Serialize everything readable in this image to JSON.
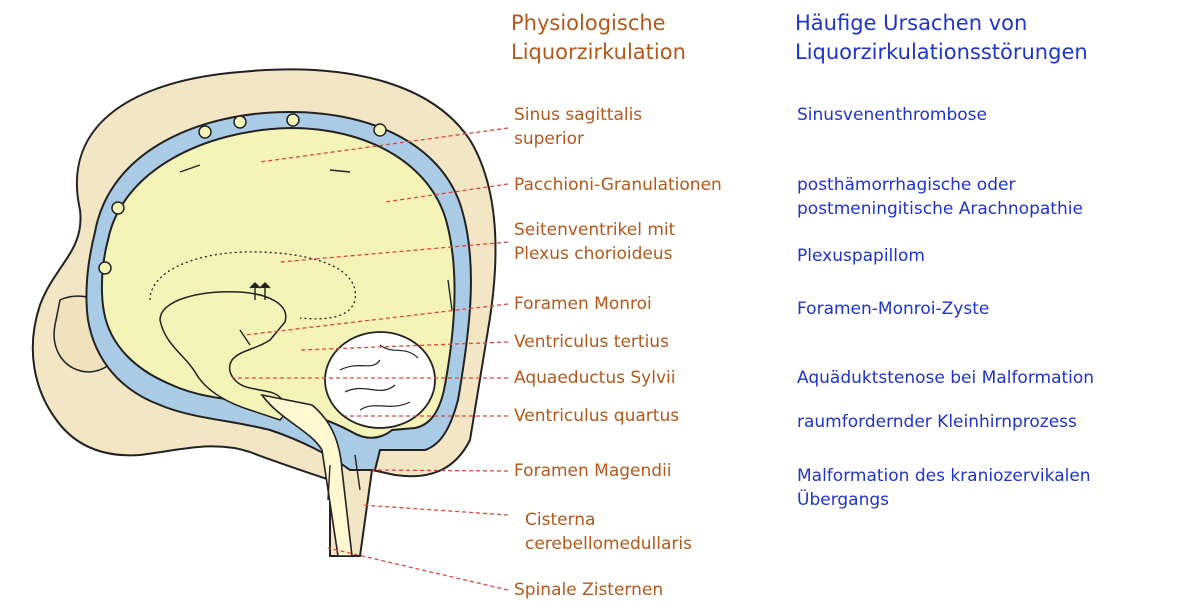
{
  "headings": {
    "left": [
      "Physiologische",
      "Liquorzirkulation"
    ],
    "right": [
      "Häufige Ursachen von",
      "Liquorzirkulationsstörungen"
    ]
  },
  "structures": [
    {
      "lines": [
        "Sinus sagittalis",
        "superior"
      ],
      "cause": [
        "Sinusvenenthrombose"
      ]
    },
    {
      "lines": [
        "Pacchioni-Granulationen"
      ],
      "cause": [
        "posthämorrhagische oder",
        "postmeningitische Arachnopathie"
      ]
    },
    {
      "lines": [
        "Seitenventrikel mit",
        "Plexus chorioideus"
      ],
      "cause": [
        "Plexuspapillom"
      ]
    },
    {
      "lines": [
        "Foramen Monroi"
      ],
      "cause": [
        "Foramen-Monroi-Zyste"
      ]
    },
    {
      "lines": [
        "Ventriculus tertius"
      ],
      "cause": []
    },
    {
      "lines": [
        "Aquaeductus Sylvii"
      ],
      "cause": [
        "Aquäduktstenose bei Malformation"
      ]
    },
    {
      "lines": [
        "Ventriculus quartus"
      ],
      "cause": [
        "raumfordernder Kleinhirnprozess"
      ]
    },
    {
      "lines": [
        "Foramen Magendii"
      ],
      "cause": [
        "Malformation des kraniozervikalen",
        "Übergangs"
      ]
    },
    {
      "lines": [
        "Cisterna",
        "cerebellomedullaris"
      ],
      "cause": []
    },
    {
      "lines": [
        "Spinale Zisternen"
      ],
      "cause": []
    }
  ],
  "colors": {
    "anatomy_text": "#b4571a",
    "cause_text": "#1f34c8",
    "skull": "#f2e6c4",
    "csf_space": "#aacbe6",
    "brain_tissue": "#f4f4b8",
    "leader_line": "#e0463c"
  }
}
